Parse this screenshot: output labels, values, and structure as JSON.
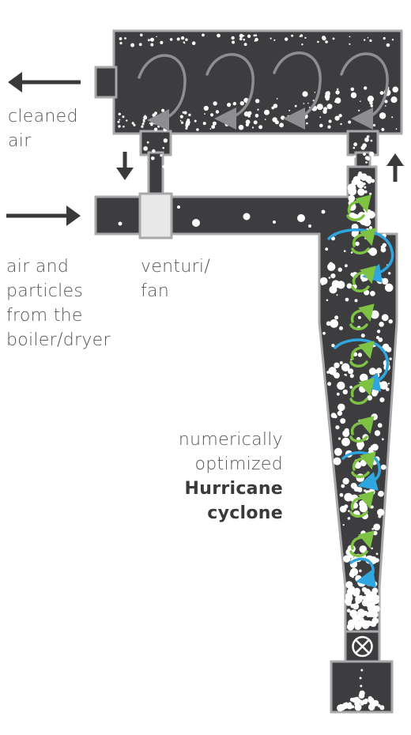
{
  "labels": {
    "cleaned_air": [
      "cleaned",
      "air"
    ],
    "air_particles": [
      "air and",
      "particles",
      "from the",
      "boiler/dryer"
    ],
    "venturi_fan": [
      "venturi/",
      "fan"
    ],
    "cyclone": {
      "normal": [
        "numerically",
        "optimized"
      ],
      "bold": [
        "Hurricane",
        "cyclone"
      ]
    }
  },
  "colors": {
    "body": "#3d3d3f",
    "outline": "#a9a9ab",
    "particle": "#ffffff",
    "recirculation_arrow": "#8e8e90",
    "vortex_inner": "#7dc243",
    "vortex_outer": "#2fa6df",
    "fan": "#e8e8e8",
    "flow_arrow": "#3a3a3a"
  },
  "icons": {
    "outlet_arrow": "arrow-left-icon",
    "inlet_arrow": "arrow-right-icon",
    "down_arrow": "arrow-down-icon",
    "up_arrow": "arrow-up-icon",
    "valve": "rotary-valve-icon"
  }
}
